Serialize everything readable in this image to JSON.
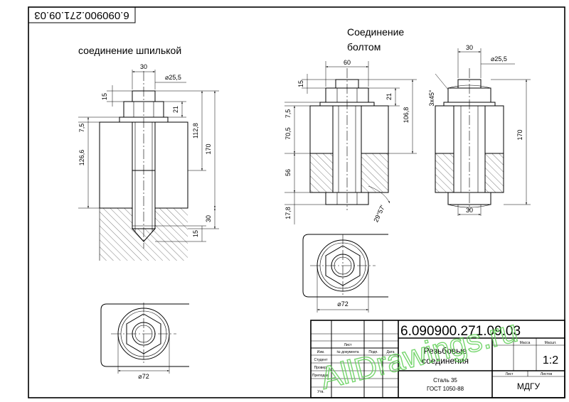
{
  "sheet": {
    "corner_code": "6.090900.271.09.03",
    "titles": {
      "stud": "соединение шпилькой",
      "bolt_line1": "Соединение",
      "bolt_line2": "болтом"
    }
  },
  "stud_dims": {
    "d30": "30",
    "d25_5": "⌀25,5",
    "d15": "15",
    "d7_5": "7,5",
    "d126_6": "126,6",
    "d21": "21",
    "d112_8": "112,8",
    "d170": "170",
    "d30b": "30",
    "d15b": "15",
    "d72": "⌀72"
  },
  "bolt_dims": {
    "d60": "60",
    "d15": "15",
    "d21": "21",
    "d106_8": "106,8",
    "d7_5": "7,5",
    "d70_5": "70,5",
    "d56": "56",
    "d17_8": "17,8",
    "angle": "29°57'",
    "d72": "⌀72"
  },
  "side_dims": {
    "d30": "30",
    "d25_5": "⌀25,5",
    "chamfer": "3x45°",
    "d170": "170",
    "d30b": "30"
  },
  "title_block": {
    "code": "6.090900.271.09.03",
    "name_line1": "Резьбовые",
    "name_line2": "соединения",
    "material_line1": "Сталь 35",
    "material_line2": "ГОСТ 1050-88",
    "scale": "1:2",
    "organization": "МДГУ",
    "col_mass": "Масса",
    "col_scale": "Масшт.",
    "col_sheet": "Лист",
    "col_sheets": "Листов",
    "row_izm": "Изм.",
    "row_list": "Лист",
    "row_doc": "№ документа",
    "row_sign": "Подп.",
    "row_date": "Дата",
    "row_student": "Студент",
    "row_check": "Провер.",
    "row_teacher": "Преподав.",
    "row_approve": "Утв."
  },
  "watermark": "AllDrawings.ru"
}
